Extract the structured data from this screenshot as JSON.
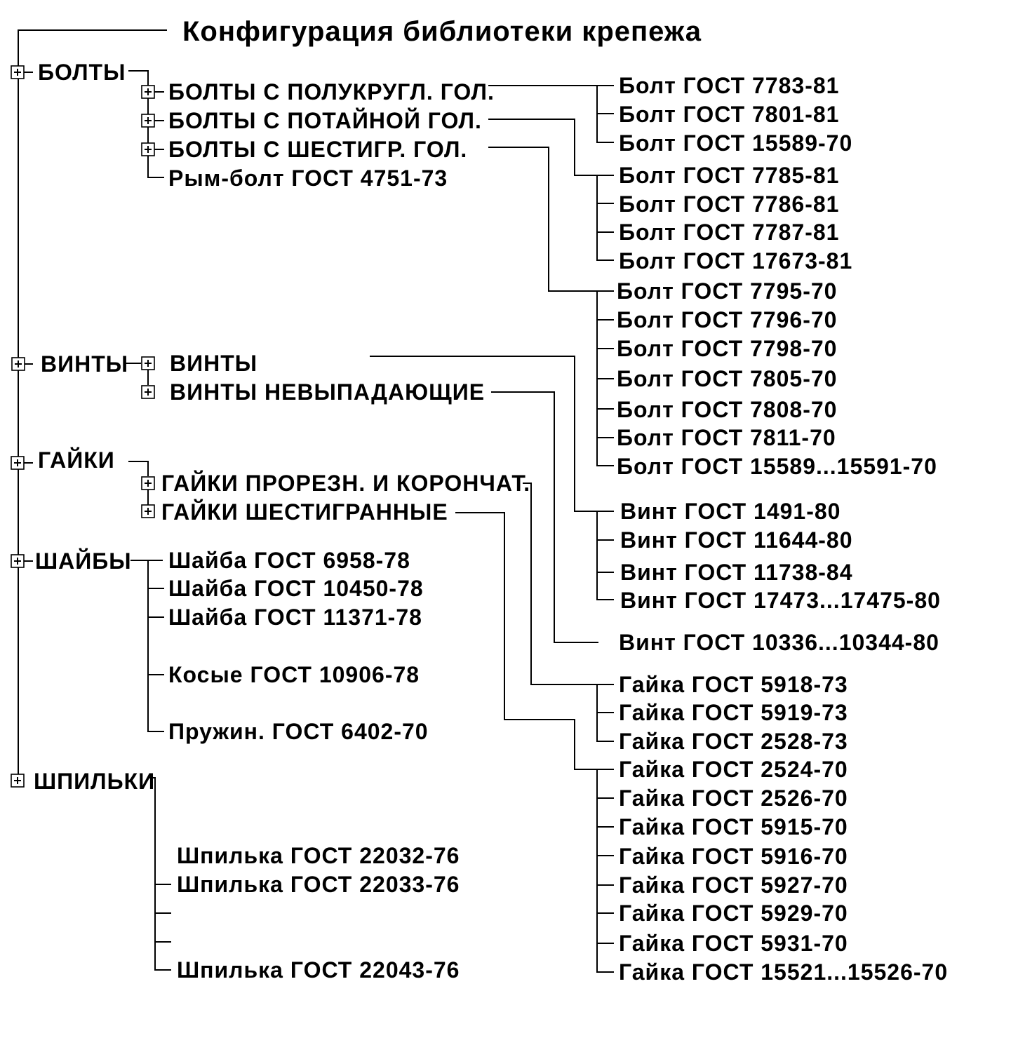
{
  "title": "Конфигурация  библиотеки  крепежа",
  "colors": {
    "line": "#000000",
    "text": "#000000",
    "background": "#ffffff"
  },
  "categories": {
    "bolts": "БОЛТЫ",
    "screws": "ВИНТЫ",
    "nuts": "ГАЙКИ",
    "washers": "ШАЙБЫ",
    "studs": "ШПИЛЬКИ"
  },
  "subgroups": {
    "bolts_round": "БОЛТЫ С ПОЛУКРУГЛ. ГОЛ.",
    "bolts_countersunk": "БОЛТЫ С ПОТАЙНОЙ  ГОЛ.",
    "bolts_hex": "БОЛТЫ С ШЕСТИГР. ГОЛ.",
    "eye_bolt": "Рым-болт ГОСТ 4751-73",
    "screws": "ВИНТЫ",
    "screws_captive": "ВИНТЫ НЕВЫПАДАЮЩИЕ",
    "nuts_slotted": "ГАЙКИ ПРОРЕЗН. И КОРОНЧАТ.",
    "nuts_hex": "ГАЙКИ ШЕСТИГРАННЫЕ"
  },
  "washers": [
    "Шайба ГОСТ 6958-78",
    "Шайба ГОСТ 10450-78",
    "Шайба ГОСТ 11371-78",
    "Косые ГОСТ 10906-78",
    "Пружин. ГОСТ 6402-70"
  ],
  "studs": [
    "Шпилька ГОСТ 22032-76",
    "Шпилька ГОСТ 22033-76",
    "Шпилька ГОСТ 22043-76"
  ],
  "standards": {
    "bolts_round": [
      "Болт ГОСТ 7783-81",
      "Болт ГОСТ 7801-81",
      "Болт ГОСТ 15589-70"
    ],
    "bolts_countersunk": [
      "Болт ГОСТ 7785-81",
      "Болт ГОСТ 7786-81",
      "Болт ГОСТ 7787-81",
      "Болт ГОСТ 17673-81"
    ],
    "bolts_hex": [
      "Болт ГОСТ 7795-70",
      "Болт ГОСТ 7796-70",
      "Болт ГОСТ 7798-70",
      "Болт ГОСТ 7805-70",
      "Болт ГОСТ 7808-70",
      "Болт ГОСТ 7811-70",
      "Болт ГОСТ 15589...15591-70"
    ],
    "screws": [
      "Винт ГОСТ 1491-80",
      "Винт ГОСТ 11644-80",
      "Винт ГОСТ 11738-84",
      "Винт ГОСТ 17473...17475-80"
    ],
    "screws_captive": [
      "Винт ГОСТ 10336...10344-80"
    ],
    "nuts_slotted": [
      "Гайка ГОСТ 5918-73",
      "Гайка ГОСТ 5919-73",
      "Гайка ГОСТ 2528-73"
    ],
    "nuts_hex": [
      "Гайка ГОСТ 2524-70",
      "Гайка ГОСТ 2526-70",
      "Гайка ГОСТ 5915-70",
      "Гайка ГОСТ 5916-70",
      "Гайка ГОСТ 5927-70",
      "Гайка ГОСТ 5929-70",
      "Гайка ГОСТ 5931-70",
      "Гайка ГОСТ 15521...15526-70"
    ]
  }
}
